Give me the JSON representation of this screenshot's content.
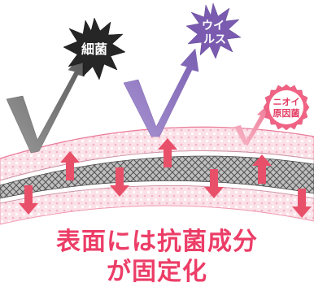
{
  "badges": {
    "bacteria": "細菌",
    "virus_line1": "ウイ",
    "virus_line2": "ルス",
    "odor_line1": "ニオイ",
    "odor_line2": "原因菌"
  },
  "caption": {
    "line1": "表面には抗菌成分",
    "line2": "が固定化"
  },
  "colors": {
    "accent_pink": "#ec3d67",
    "arrow_red": "#e8506a",
    "fabric_pink": "#f7c7d3",
    "bacteria_badge": "#222222",
    "virus_badge": "#7c5fb0",
    "odor_badge": "#ee4f73"
  }
}
